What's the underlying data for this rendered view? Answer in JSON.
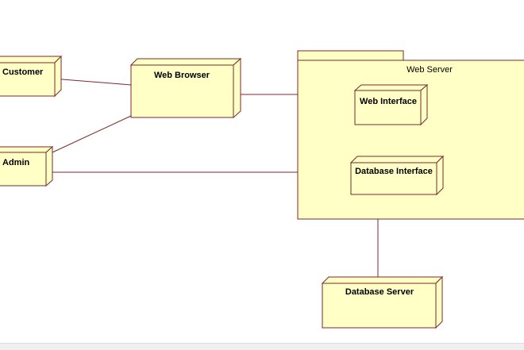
{
  "diagram": {
    "nodes": {
      "customer": "Customer",
      "admin": "Admin",
      "web_browser": "Web Browser",
      "web_server": "Web Server",
      "web_interface": "Web Interface",
      "database_interface": "Database Interface",
      "database_server": "Database Server"
    },
    "colors": {
      "node_fill": "#ffffc6",
      "node_border": "#7a2a2a",
      "connector": "#7a2a2a"
    }
  }
}
